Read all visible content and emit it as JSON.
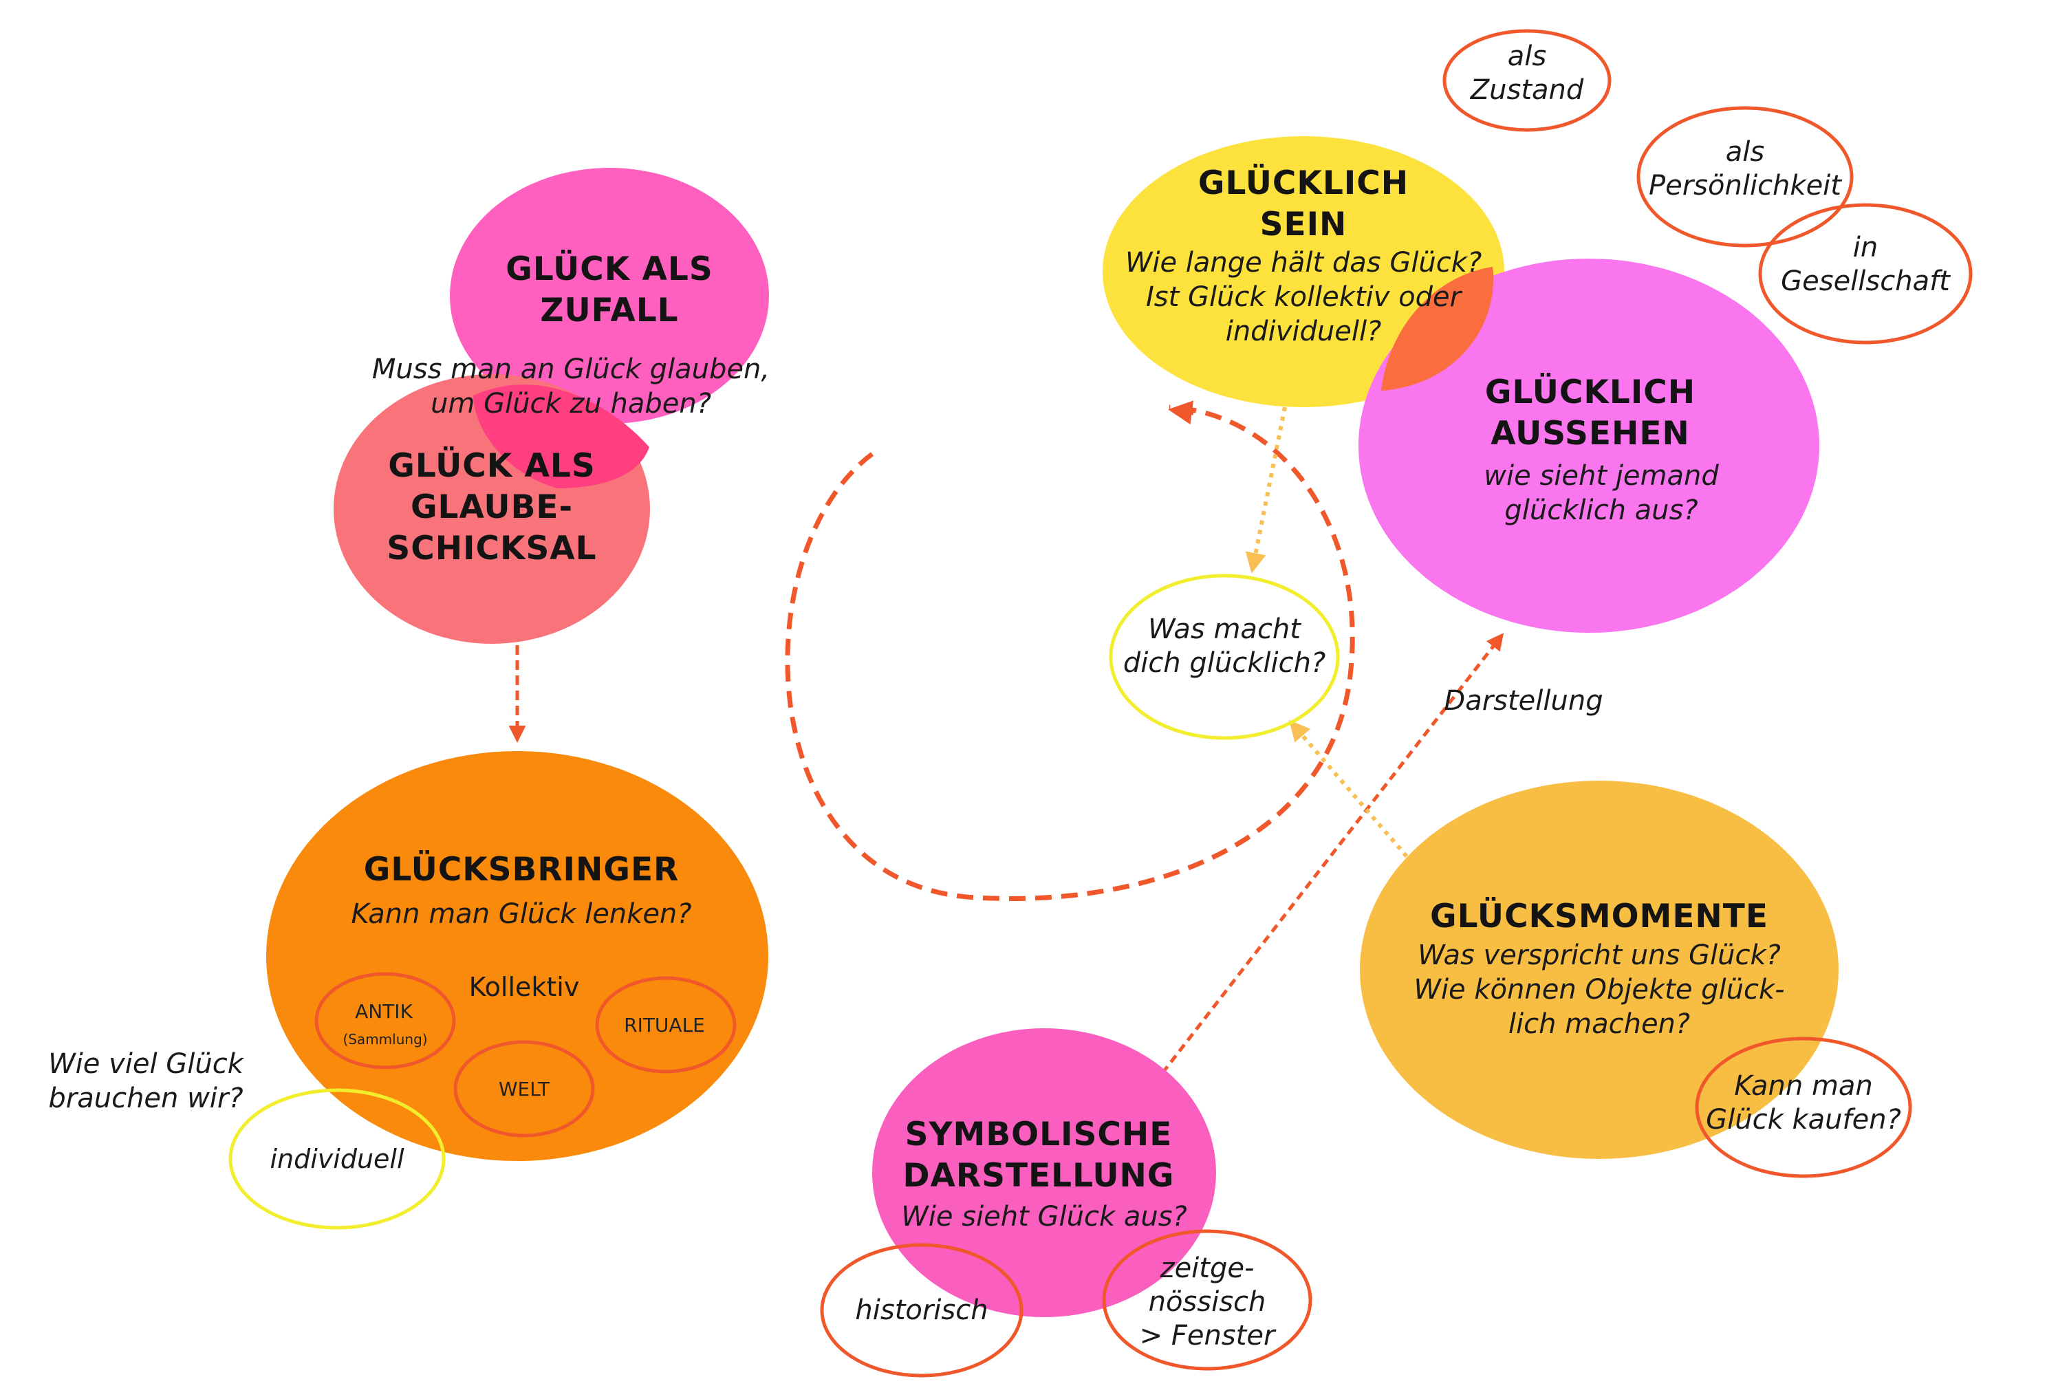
{
  "colors": {
    "magenta": "#ff5fbe",
    "coral": "#f9737a",
    "orange": "#fa8a0c",
    "yellow": "#fde13c",
    "violet": "#fa76ef",
    "amber": "#f8be44",
    "hot_pink": "#fa5fc0",
    "outline_orange": "#f0582c",
    "outline_yellow": "#f2ee2e",
    "arrow_red": "#f0582c",
    "arrow_amber": "#f8bf52"
  },
  "nodes": {
    "zufall": {
      "title": [
        "GLÜCK ALS",
        "ZUFALL"
      ],
      "question": [
        "Muss man an Glück glauben,",
        "um Glück zu haben?"
      ]
    },
    "glaube": {
      "title": [
        "GLÜCK ALS",
        "GLAUBE-",
        "SCHICKSAL"
      ]
    },
    "bringer": {
      "title": [
        "GLÜCKSBRINGER"
      ],
      "question": [
        "Kann man Glück lenken?"
      ],
      "sub": "Kollektiv"
    },
    "sein": {
      "title": [
        "GLÜCKLICH",
        "SEIN"
      ],
      "question": [
        "Wie lange hält das Glück?",
        "Ist Glück kollektiv oder",
        "individuell?"
      ]
    },
    "aussehen": {
      "title": [
        "GLÜCKLICH",
        "AUSSEHEN"
      ],
      "question": [
        "wie sieht jemand",
        "glücklich aus?"
      ]
    },
    "momente": {
      "title": [
        "GLÜCKSMOMENTE"
      ],
      "question": [
        "Was verspricht uns Glück?",
        "Wie können Objekte glück-",
        "lich machen?"
      ]
    },
    "symbol": {
      "title": [
        "SYMBOLISCHE",
        "DARSTELLUNG"
      ],
      "question": [
        "Wie sieht Glück aus?"
      ]
    }
  },
  "tags": {
    "antik": [
      "ANTIK",
      "(Sammlung)"
    ],
    "welt": [
      "WELT"
    ],
    "rituale": [
      "RITUALE"
    ],
    "individuell": [
      "individuell"
    ],
    "was_macht": [
      "Was macht",
      "dich glücklich?"
    ],
    "als_zustand": [
      "als",
      "Zustand"
    ],
    "als_persoenlichkeit": [
      "als",
      "Persönlichkeit"
    ],
    "in_gesellschaft": [
      "in",
      "Gesellschaft"
    ],
    "kann_kaufen": [
      "Kann man",
      "Glück kaufen?"
    ],
    "historisch": [
      "historisch"
    ],
    "zeitgenoessisch": [
      "zeitge-",
      "nössisch",
      "> Fenster"
    ]
  },
  "free_labels": {
    "wie_viel": [
      "Wie viel Glück",
      "brauchen wir?"
    ],
    "darstellung": "Darstellung"
  }
}
